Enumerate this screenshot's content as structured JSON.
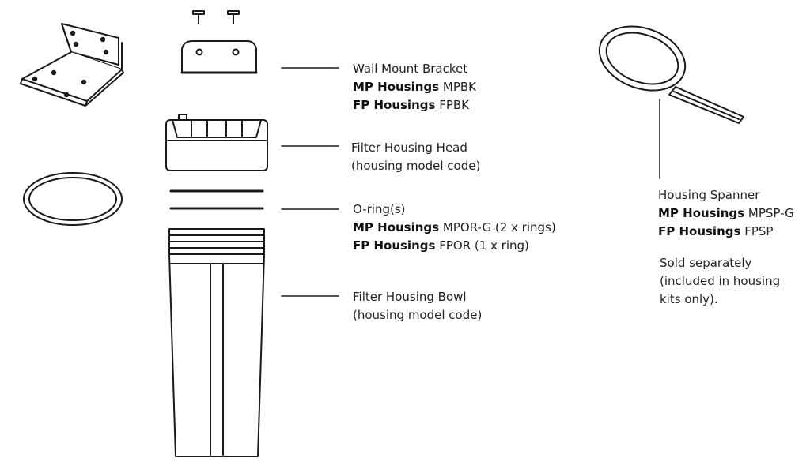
{
  "labels": {
    "bracket": {
      "title": "Wall Mount Bracket",
      "mp_label": "MP Housings",
      "mp_code": "MPBK",
      "fp_label": "FP Housings",
      "fp_code": "FPBK"
    },
    "head": {
      "title": "Filter Housing Head",
      "sub": "(housing model code)"
    },
    "oring": {
      "title": "O-ring(s)",
      "mp_label": "MP Housings",
      "mp_code": "MPOR-G (2 x rings)",
      "fp_label": "FP Housings",
      "fp_code": "FPOR (1 x ring)"
    },
    "bowl": {
      "title": "Filter Housing Bowl",
      "sub": "(housing model code)"
    },
    "spanner": {
      "title": "Housing Spanner",
      "mp_label": "MP Housings",
      "mp_code": "MPSP-G",
      "fp_label": "FP Housings",
      "fp_code": "FPSP",
      "note_1": "Sold separately",
      "note_2": "(included in housing",
      "note_3": "kits only)."
    }
  },
  "colors": {
    "line": "#1a1a1a",
    "text": "#222222"
  }
}
